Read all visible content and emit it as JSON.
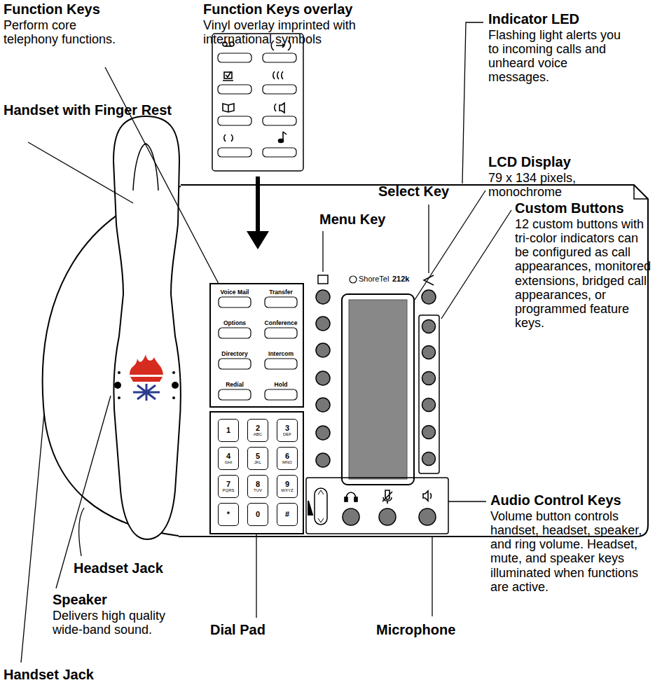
{
  "diagram": {
    "nodes": [
      {
        "text": [
          "1"
        ]
      },
      {
        "text": [
          "2",
          "ABC"
        ]
      },
      {
        "text": [
          "3",
          "DEF"
        ]
      },
      {
        "text": [
          "4",
          "GHI"
        ]
      },
      {
        "text": [
          "5",
          "JKL"
        ]
      },
      {
        "text": [
          "6",
          "MNO"
        ]
      },
      {
        "text": [
          "7",
          "PQRS"
        ]
      },
      {
        "text": [
          "8",
          "TUV"
        ]
      },
      {
        "text": [
          "9",
          "WXYZ"
        ]
      },
      {
        "text": [
          "*"
        ]
      },
      {
        "text": [
          "0"
        ]
      },
      {
        "text": [
          "#"
        ]
      }
    ],
    "labels": [
      "Function Keys",
      "Perform core telephony functions.",
      "Function Keys overlay",
      "Vinyl overlay imprinted with international symbols",
      "Handset with Finger Rest",
      "Indicator LED",
      "Flashing light alerts you to incoming calls and unheard voice messages.",
      "LCD Display",
      "79 x 134 pixels, monochrome",
      "Select Key",
      "Menu Key",
      "Custom Buttons",
      "12 custom buttons with tri-color indicators can be configured as call appearances, monitored extensions, bridged call appearances, or programmed feature keys.",
      "Audio Control Keys",
      "Volume button controls handset, headset, speaker, and ring volume. Headset, mute, and speaker keys illuminated when functions are active.",
      "Headset Jack",
      "Speaker",
      "Delivers high quality wide-band sound.",
      "Dial Pad",
      "Microphone",
      "Handset Jack",
      "ShoreTel",
      "212k",
      "Voice Mail",
      "Transfer",
      "Options",
      "Conference",
      "Directory",
      "Intercom",
      "Redial",
      "Hold"
    ]
  }
}
